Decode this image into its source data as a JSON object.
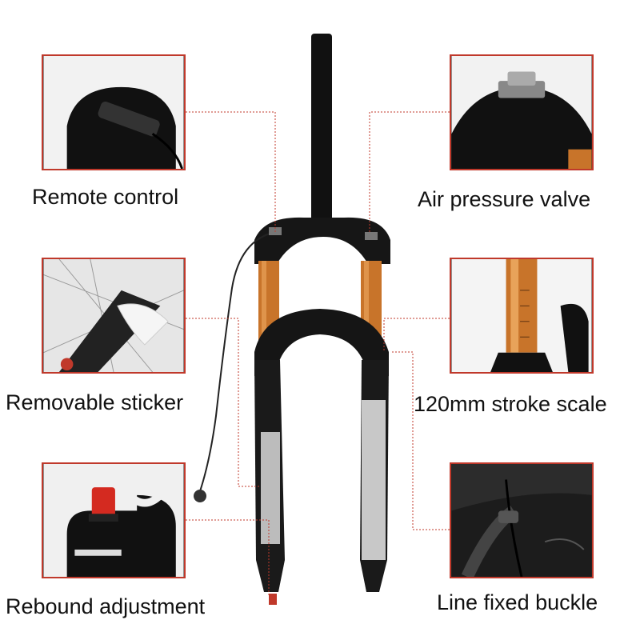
{
  "features": {
    "remote_control": "Remote control",
    "air_pressure_valve": "Air pressure valve",
    "removable_sticker": "Removable sticker",
    "stroke_scale": "120mm stroke scale",
    "rebound_adjustment": "Rebound adjustment",
    "line_fixed_buckle": "Line fixed buckle"
  },
  "colors": {
    "frame": "#c0392b",
    "stanchion": "#c8742a",
    "fork_body": "#141414",
    "leader": "#c0392b"
  },
  "icons": {
    "remote": "remote-lever-icon",
    "valve": "valve-cap-icon",
    "sticker": "peel-sticker-icon",
    "scale": "scale-marks-icon",
    "rebound": "rebound-knob-icon",
    "buckle": "cable-buckle-icon"
  }
}
